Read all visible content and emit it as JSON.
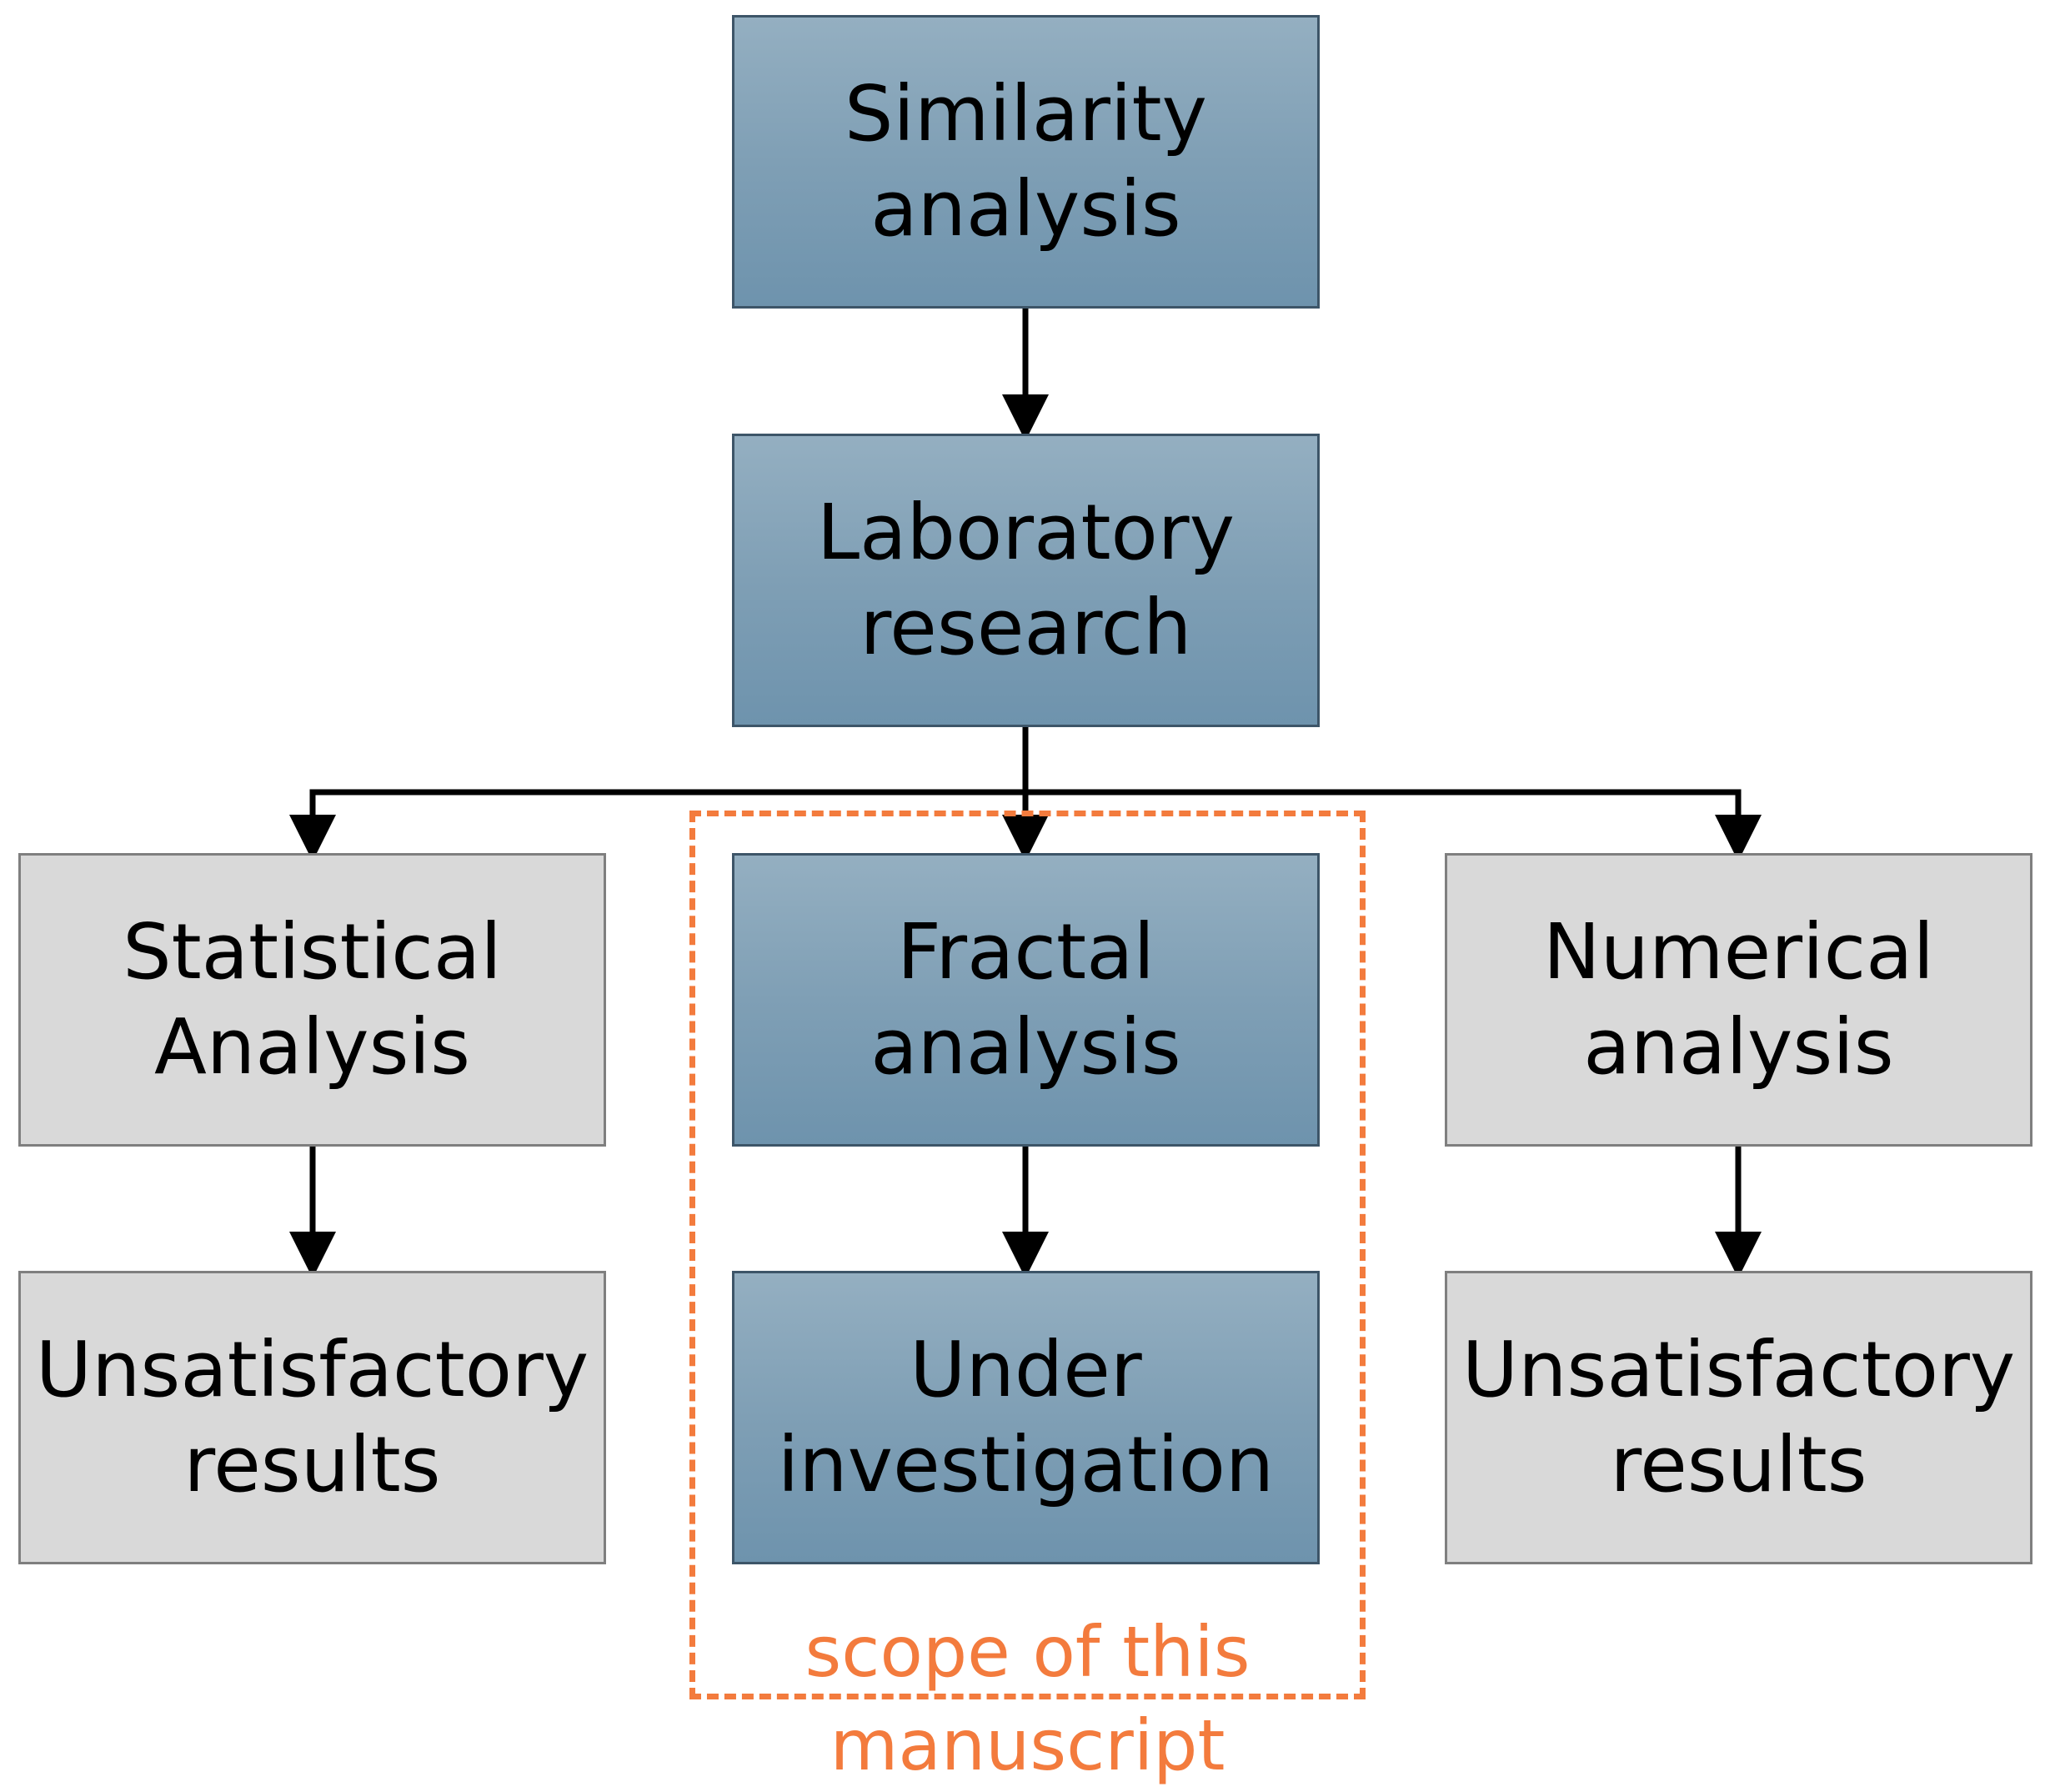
{
  "diagram": {
    "nodes": {
      "similarity": {
        "line1": "Similarity",
        "line2": "analysis"
      },
      "laboratory": {
        "line1": "Laboratory",
        "line2": "research"
      },
      "statistical": {
        "line1": "Statistical",
        "line2": "Analysis"
      },
      "fractal": {
        "line1": "Fractal",
        "line2": "analysis"
      },
      "numerical": {
        "line1": "Numerical",
        "line2": "analysis"
      },
      "unsat_left": {
        "line1": "Unsatisfactory",
        "line2": "results"
      },
      "investigation": {
        "line1": "Under",
        "line2": "investigation"
      },
      "unsat_right": {
        "line1": "Unsatisfactory",
        "line2": "results"
      }
    },
    "scope": {
      "line1": "scope of this",
      "line2": "manuscript"
    },
    "edges": [
      {
        "from": "similarity",
        "to": "laboratory"
      },
      {
        "from": "laboratory",
        "to": "statistical"
      },
      {
        "from": "laboratory",
        "to": "fractal"
      },
      {
        "from": "laboratory",
        "to": "numerical"
      },
      {
        "from": "statistical",
        "to": "unsat_left"
      },
      {
        "from": "fractal",
        "to": "investigation"
      },
      {
        "from": "numerical",
        "to": "unsat_right"
      }
    ],
    "colors": {
      "highlight_box_fill": "#7f9fb5",
      "highlight_box_border": "#3d5568",
      "neutral_box_fill": "#d9d9d9",
      "neutral_box_border": "#7f7f7f",
      "connector": "#000000",
      "scope_accent": "#f37b3d"
    }
  }
}
